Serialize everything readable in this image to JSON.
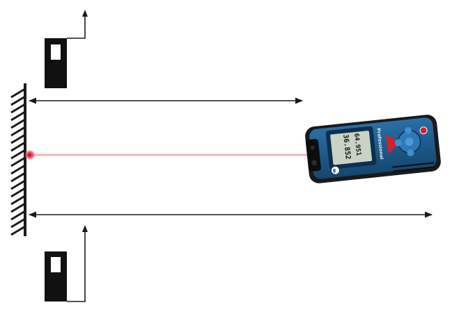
{
  "diagram": {
    "device": {
      "brand_label": "Professional",
      "lcd_top_value": "64.951",
      "lcd_bottom_value": "36.852",
      "badge": "E",
      "colors": {
        "body": "#1d5a8c",
        "body_dark": "#0e2f4e",
        "bumper": "#1a1a1a",
        "screen": "#c9d2c4",
        "button": "#3e8fd0",
        "accent": "#d4202a"
      }
    },
    "laser_color": "#f4a3ad",
    "wall_color": "#1a1a1a",
    "arrow_color": "#1a1a1a",
    "icons": [
      "wall-hatch-icon",
      "laser-spot-icon",
      "device-reference-icon",
      "reference-arrow-icon",
      "laser-distance-meter-icon"
    ]
  }
}
